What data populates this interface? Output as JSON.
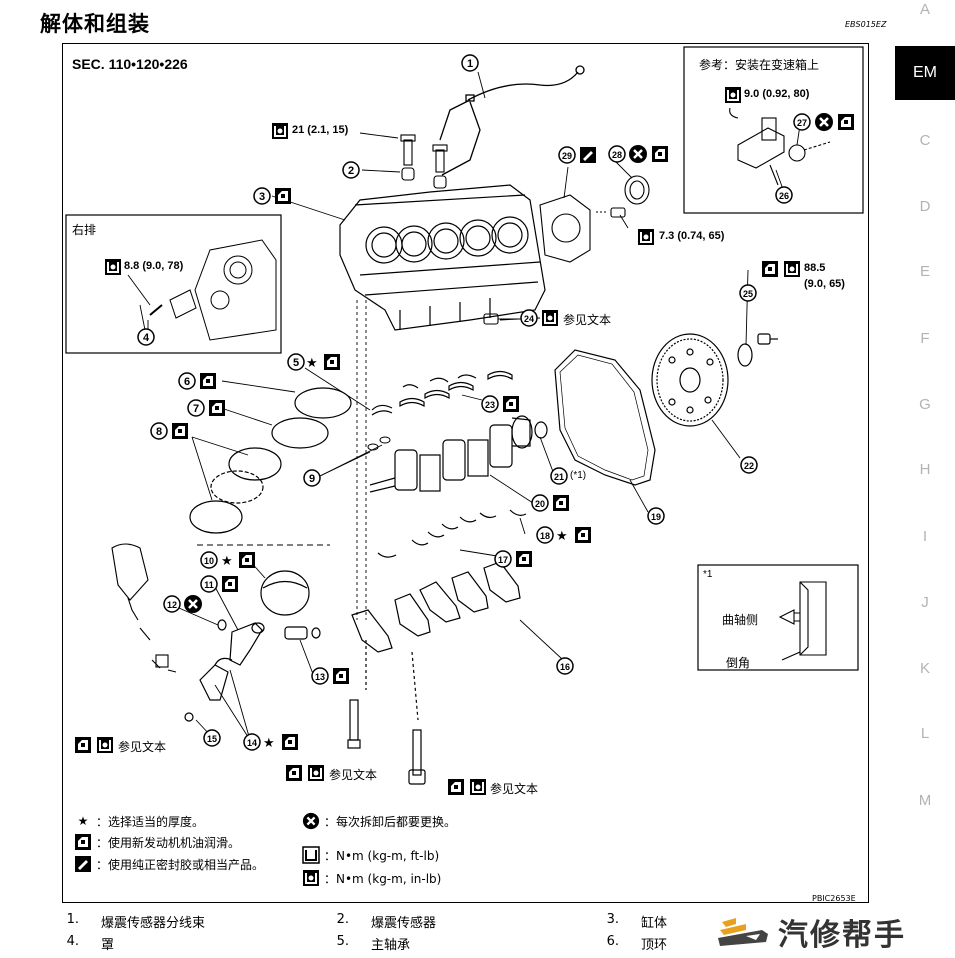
{
  "header": {
    "title": "解体和组装",
    "code": "EBS015EZ"
  },
  "section": "SEC. 110•120•226",
  "tabs": [
    "A",
    "EM",
    "C",
    "D",
    "E",
    "F",
    "G",
    "H",
    "I",
    "J",
    "K",
    "L",
    "M"
  ],
  "active_tab": "EM",
  "inset_right_bank": {
    "title": "右排",
    "torque": "8.8 (9.0, 78)"
  },
  "inset_reference": {
    "title": "参考：安装在变速箱上",
    "torque": "9.0 (0.92, 80)"
  },
  "inset_note": {
    "ref": "*1",
    "crank_side": "曲轴侧",
    "chamfer": "倒角"
  },
  "torques": {
    "t21": "21 (2.1, 15)",
    "t73": "7.3 (0.74, 65)",
    "t885a": "88.5",
    "t885b": "(9.0, 65)"
  },
  "see_text": "参见文本",
  "star1": "(*1)",
  "callouts": [
    "1",
    "2",
    "3",
    "4",
    "5",
    "6",
    "7",
    "8",
    "9",
    "10",
    "11",
    "12",
    "13",
    "14",
    "15",
    "16",
    "17",
    "18",
    "19",
    "20",
    "21",
    "22",
    "23",
    "24",
    "25",
    "26",
    "27",
    "28",
    "29"
  ],
  "legend": {
    "star": "：选择适当的厚度。",
    "oil": "：使用新发动机机油润滑。",
    "sealant": "：使用纯正密封胶或相当产品。",
    "replace": "：每次拆卸后都要更换。",
    "nm_ftlb": "：N•m (kg-m, ft-lb)",
    "nm_inlb": "：N•m (kg-m, in-lb)"
  },
  "figure_code": "PBIC2653E",
  "parts": [
    {
      "num": "1.",
      "name": "爆震传感器分线束"
    },
    {
      "num": "2.",
      "name": "爆震传感器"
    },
    {
      "num": "3.",
      "name": "缸体"
    },
    {
      "num": "4.",
      "name": "罩"
    },
    {
      "num": "5.",
      "name": "主轴承"
    },
    {
      "num": "6.",
      "name": "顶环"
    }
  ],
  "watermark": "汽修帮手"
}
